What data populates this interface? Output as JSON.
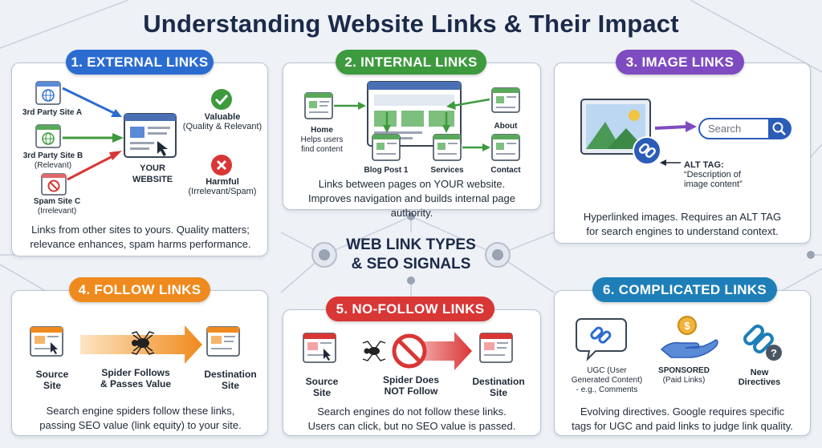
{
  "title": "Understanding Website Links & Their Impact",
  "center": {
    "line1": "WEB LINK TYPES",
    "line2": "& SEO SIGNALS"
  },
  "colors": {
    "external": "#2b6cd1",
    "internal": "#3d9a3d",
    "image": "#7e4bc0",
    "follow": "#ef8a1f",
    "nofollow": "#d93636",
    "complicated": "#1e7fb8",
    "navy": "#1b2a4a"
  },
  "external": {
    "label": "1. EXTERNAL LINKS",
    "site_a": "3rd Party Site A",
    "site_b": "3rd Party Site B",
    "site_b_note": "(Relevant)",
    "site_c": "Spam Site C",
    "site_c_note": "(Irrelevant)",
    "your_site": "YOUR",
    "your_site_2": "WEBSITE",
    "valuable": "Valuable",
    "valuable_note": "(Quality & Relevant)",
    "harmful": "Harmful",
    "harmful_note": "(Irrelevant/Spam)",
    "desc1": "Links from other sites to yours. Quality matters;",
    "desc2": "relevance enhances, spam harms performance.",
    "icons": [
      "globe-icon",
      "globe-icon",
      "ban-icon",
      "browser-window-icon",
      "check-circle-icon",
      "x-circle-icon"
    ]
  },
  "internal": {
    "label": "2. INTERNAL LINKS",
    "home": "Home",
    "home_note1": "Helps users",
    "home_note2": "find content",
    "blog": "Blog Post 1",
    "services": "Services",
    "about": "About",
    "contact": "Contact",
    "desc1": "Links between pages on YOUR website.",
    "desc2": "Improves navigation and builds internal page authority."
  },
  "image": {
    "label": "3. IMAGE LINKS",
    "search_placeholder": "Search",
    "alt_title": "ALT TAG:",
    "alt_line1": "“Description of",
    "alt_line2": "image content”",
    "desc1": "Hyperlinked images. Requires an ALT TAG",
    "desc2": "for search engines to understand context.",
    "icons": [
      "landscape-image-icon",
      "chain-link-icon",
      "search-icon"
    ]
  },
  "follow": {
    "label": "4. FOLLOW LINKS",
    "source1": "Source",
    "source2": "Site",
    "spider1": "Spider Follows",
    "spider2": "& Passes Value",
    "dest1": "Destination",
    "dest2": "Site",
    "desc1": "Search engine spiders follow these links,",
    "desc2": "passing SEO value (link equity) to your site.",
    "icons": [
      "browser-window-icon",
      "spider-icon",
      "arrow-right-icon"
    ]
  },
  "nofollow": {
    "label": "5. NO-FOLLOW LINKS",
    "source1": "Source",
    "source2": "Site",
    "spider1": "Spider Does",
    "spider2": "NOT Follow",
    "dest1": "Destination",
    "dest2": "Site",
    "desc1": "Search engines do not follow these links.",
    "desc2": "Users can click, but no SEO value is passed.",
    "icons": [
      "browser-window-icon",
      "spider-icon",
      "no-entry-icon",
      "arrow-right-icon"
    ]
  },
  "complicated": {
    "label": "6. COMPLICATED LINKS",
    "ugc1": "UGC (User",
    "ugc2": "Generated Content)",
    "ugc3": "- e.g., Comments",
    "sponsored1": "SPONSORED",
    "sponsored2": "(Paid Links)",
    "new1": "New",
    "new2": "Directives",
    "desc1": "Evolving directives. Google requires specific",
    "desc2": "tags for UGC and paid links to judge link quality.",
    "icons": [
      "speech-bubble-link-icon",
      "hand-coin-icon",
      "chain-question-icon"
    ]
  }
}
